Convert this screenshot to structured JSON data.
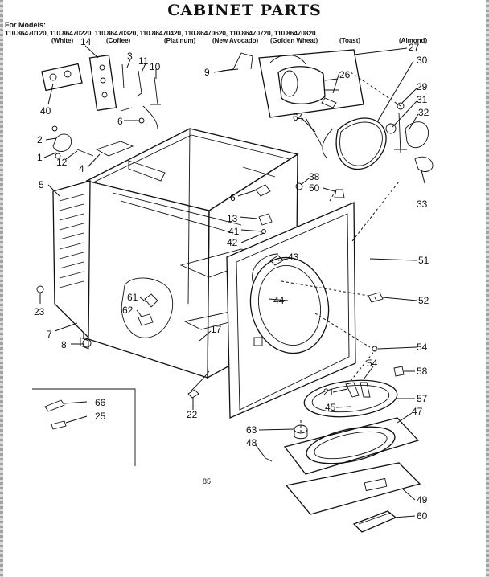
{
  "title": "CABINET PARTS",
  "models_heading": "For Models:",
  "models_line": "110.86470120, 110.86470220, 110.86470320, 110.86470420, 110.86470620, 110.86470720, 110.86470820",
  "colors": [
    "(White)",
    "(Coffee)",
    "(Platinum)",
    "(New Avocado)",
    "(Golden Wheat)",
    "(Toast)",
    "(Almond)"
  ],
  "page_number": "85",
  "callouts": [
    "14",
    "3",
    "11",
    "10",
    "9",
    "27",
    "30",
    "26",
    "40",
    "64",
    "6",
    "29",
    "31",
    "32",
    "2",
    "1",
    "12",
    "4",
    "5",
    "38",
    "50",
    "6",
    "13",
    "41",
    "42",
    "33",
    "43",
    "51",
    "44",
    "52",
    "23",
    "7",
    "61",
    "62",
    "17",
    "8",
    "54",
    "54",
    "58",
    "21",
    "57",
    "45",
    "66",
    "25",
    "22",
    "63",
    "47",
    "48",
    "49",
    "60"
  ]
}
